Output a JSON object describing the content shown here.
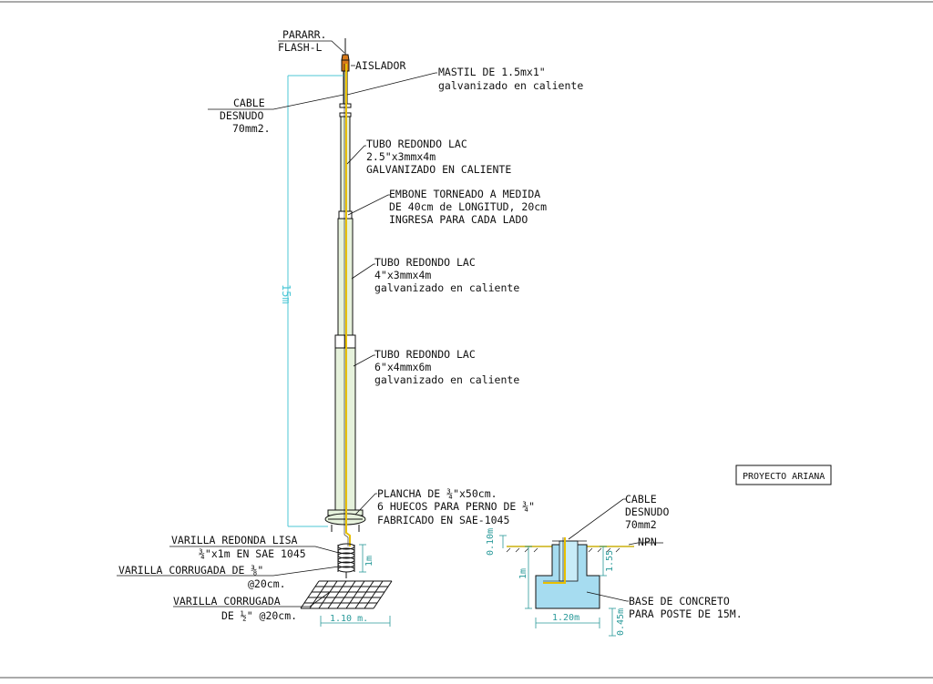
{
  "colors": {
    "ink": "#111111",
    "pole_fill": "#e6f2dc",
    "concrete_fill": "#a6dcf0",
    "dimension_cyan": "#4cc7d6",
    "dimension_teal": "#2a9a9a",
    "cable_yellow": "#e8c000",
    "insulator_orange": "#d87a1a",
    "ground_line": "#d8c44a"
  },
  "labels": {
    "pararrayo_1": "PARARR.",
    "pararrayo_2": "FLASH-L",
    "aislador": "AISLADOR",
    "mastil_1": "MASTIL DE 1.5mx1\"",
    "mastil_2": "galvanizado en caliente",
    "cable_1": "CABLE",
    "cable_2": "DESNUDO",
    "cable_3": "70mm2.",
    "tubo1_1": "TUBO REDONDO LAC",
    "tubo1_2": "2.5\"x3mmx4m",
    "tubo1_3": "GALVANIZADO EN CALIENTE",
    "embone_1": "EMBONE TORNEADO A MEDIDA",
    "embone_2": "DE 40cm de LONGITUD, 20cm",
    "embone_3": "INGRESA PARA CADA LADO",
    "tubo2_1": "TUBO REDONDO LAC",
    "tubo2_2": "4\"x3mmx4m",
    "tubo2_3": "galvanizado en caliente",
    "tubo3_1": "TUBO REDONDO LAC",
    "tubo3_2": "6\"x4mmx6m",
    "tubo3_3": "galvanizado en caliente",
    "plancha_1": "PLANCHA DE ¾\"x50cm.",
    "plancha_2": "6 HUECOS PARA PERNO DE ¾\"",
    "plancha_3": "FABRICADO EN SAE-1045",
    "varilla_lisa_1": "VARILLA REDONDA LISA",
    "varilla_lisa_2": "¾\"x1m EN SAE 1045",
    "varilla_corr1_1": "VARILLA CORRUGADA DE ⅜\"",
    "varilla_corr1_2": "@20cm.",
    "varilla_corr2_1": "VARILLA CORRUGADA",
    "varilla_corr2_2": "DE ½\" @20cm.",
    "dim_height": "15m",
    "dim_grid_width": "1.10 m.",
    "dim_rod": "1m",
    "cable_base_1": "CABLE",
    "cable_base_2": "DESNUDO",
    "cable_base_3": "70mm2",
    "npn": "NPN",
    "dim_010": "0.10m",
    "dim_1m": "1m",
    "dim_155": "1.55",
    "dim_120": "1.20m",
    "dim_045": "0.45m",
    "base_1": "BASE DE CONCRETO",
    "base_2": "PARA POSTE DE 15M.",
    "project_title": "PROYECTO ARIANA"
  }
}
